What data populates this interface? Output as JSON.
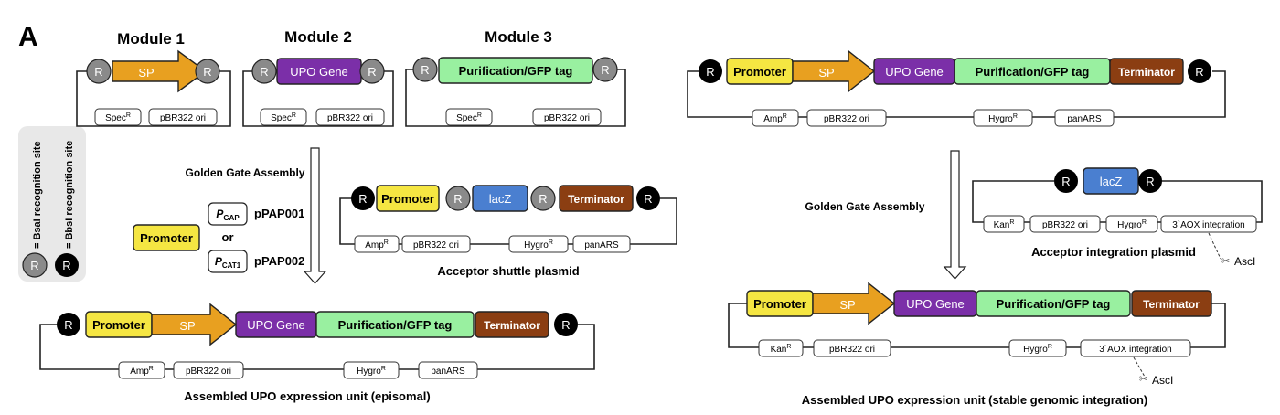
{
  "panel_label": "A",
  "colors": {
    "promoter": "#f5e642",
    "sp": "#e8a020",
    "upo": "#7b2fa8",
    "purification": "#99f0a0",
    "terminator": "#8b3e12",
    "lacz": "#4a7fd0",
    "site_bsai": "#8a8a8a",
    "site_bbsi": "#000000",
    "legend_bg": "#e8e8e8"
  },
  "legend": {
    "site_letter": "R",
    "bsai": "= BsaI recognition site",
    "bbsi": "= BbsI recognition site"
  },
  "modules": {
    "m1_title": "Module 1",
    "m2_title": "Module 2",
    "m3_title": "Module 3",
    "sp": "SP",
    "upo": "UPO Gene",
    "purification": "Purification/GFP tag",
    "spec": "Spec",
    "ori": "pBR322 ori",
    "sup_r": "R"
  },
  "left_assembly": {
    "label": "Golden Gate Assembly",
    "promoter": "Promoter",
    "p_gap": "P",
    "p_gap_sub": "GAP",
    "p_cat": "P",
    "p_cat_sub": "CAT1",
    "or": "or",
    "pPAP001": "pPAP001",
    "pPAP002": "pPAP002"
  },
  "acceptor_shuttle": {
    "promoter": "Promoter",
    "lacz": "lacZ",
    "terminator": "Terminator",
    "amp": "Amp",
    "ori": "pBR322 ori",
    "hygro": "Hygro",
    "pan": "panARS",
    "caption": "Acceptor shuttle plasmid"
  },
  "episomal": {
    "promoter": "Promoter",
    "sp": "SP",
    "upo": "UPO Gene",
    "purification": "Purification/GFP tag",
    "terminator": "Terminator",
    "amp": "Amp",
    "ori": "pBR322 ori",
    "hygro": "Hygro",
    "pan": "panARS",
    "caption": "Assembled UPO expression unit (episomal)"
  },
  "right_top": {
    "promoter": "Promoter",
    "sp": "SP",
    "upo": "UPO Gene",
    "purification": "Purification/GFP tag",
    "terminator": "Terminator",
    "amp": "Amp",
    "ori": "pBR322 ori",
    "hygro": "Hygro",
    "pan": "panARS"
  },
  "right_assembly": {
    "label": "Golden Gate Assembly"
  },
  "acceptor_integration": {
    "lacz": "lacZ",
    "kan": "Kan",
    "ori": "pBR322 ori",
    "hygro": "Hygro",
    "aox": "3`AOX integration",
    "asci": "AscI",
    "caption": "Acceptor integration plasmid"
  },
  "genomic": {
    "promoter": "Promoter",
    "sp": "SP",
    "upo": "UPO Gene",
    "purification": "Purification/GFP tag",
    "terminator": "Terminator",
    "kan": "Kan",
    "ori": "pBR322 ori",
    "hygro": "Hygro",
    "aox": "3`AOX integration",
    "asci": "AscI",
    "caption": "Assembled UPO expression unit (stable genomic integration)"
  }
}
